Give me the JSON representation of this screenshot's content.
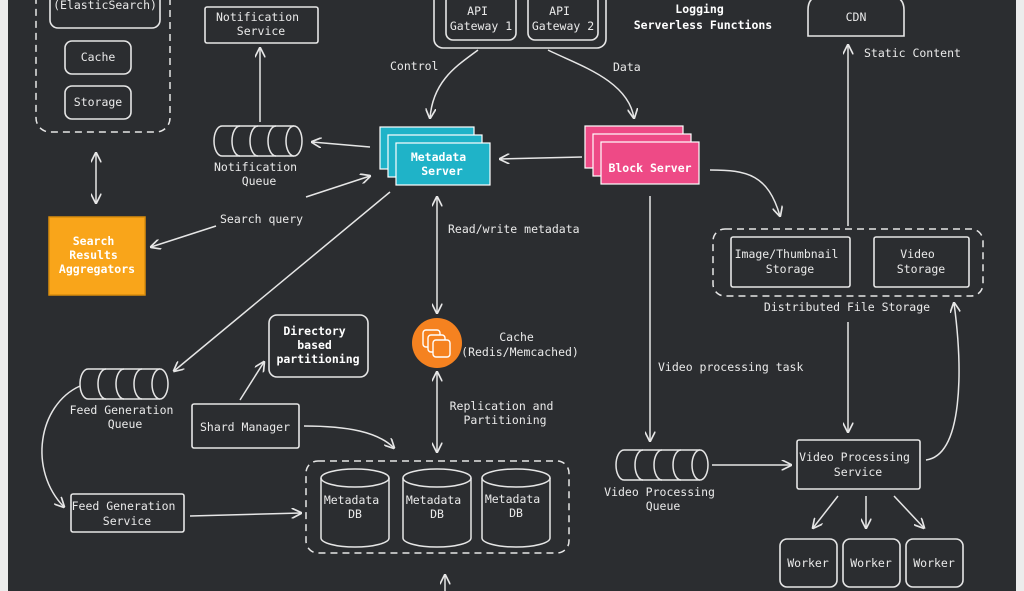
{
  "top_left_group": {
    "elastic": "(ElasticSearch)",
    "cache": "Cache",
    "storage": "Storage"
  },
  "notification_service": [
    "Notification",
    "Service"
  ],
  "notification_queue": [
    "Notification",
    "Queue"
  ],
  "api_gateway_1": [
    "API",
    "Gateway 1"
  ],
  "api_gateway_2": [
    "API",
    "Gateway 2"
  ],
  "logging_note": [
    "Logging",
    "Serverless Functions"
  ],
  "cdn": "CDN",
  "static_content": "Static Content",
  "control": "Control",
  "data_label": "Data",
  "metadata_server": [
    "Metadata",
    "Server"
  ],
  "block_server": "Block Server",
  "search_query": "Search query",
  "search_results_aggregators": [
    "Search",
    "Results",
    "Aggregators"
  ],
  "read_write_metadata": "Read/write metadata",
  "image_storage": [
    "Image/Thumbnail",
    "Storage"
  ],
  "video_storage": [
    "Video",
    "Storage"
  ],
  "distributed_file_storage": "Distributed File Storage",
  "directory_partitioning": [
    "Directory",
    "based",
    "partitioning"
  ],
  "cache": [
    "Cache",
    "(Redis/Memcached)"
  ],
  "video_processing_task": "Video processing task",
  "feed_generation_queue": [
    "Feed Generation",
    "Queue"
  ],
  "shard_manager": "Shard Manager",
  "replication_partitioning": [
    "Replication and",
    "Partitioning"
  ],
  "feed_generation_service": [
    "Feed Generation",
    "Service"
  ],
  "metadata_db": [
    "Metadata",
    "DB"
  ],
  "video_processing_queue": [
    "Video Processing",
    "Queue"
  ],
  "video_processing_service": [
    "Video Processing",
    "Service"
  ],
  "worker": "Worker",
  "colors": {
    "background": "#2b2d30",
    "metadata_server": "#1fb3c8",
    "block_server": "#ee4a86",
    "search_aggregator": "#f9a51a",
    "cache": "#f58220"
  }
}
